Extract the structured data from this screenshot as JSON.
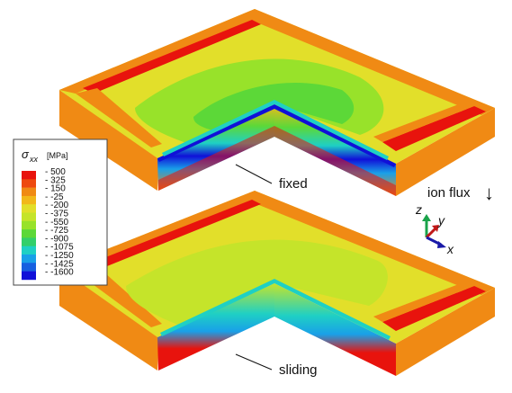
{
  "legend": {
    "symbol": "σ",
    "subscript": "xx",
    "unit": "[MPa]",
    "levels": [
      "500",
      "325",
      "150",
      "-25",
      "-200",
      "-375",
      "-550",
      "-725",
      "-900",
      "-1075",
      "-1250",
      "-1425",
      "-1600"
    ],
    "colors": [
      "#e8130d",
      "#ee4a0f",
      "#f08a14",
      "#f2b81a",
      "#e2df2a",
      "#c5e42a",
      "#98e22a",
      "#5cd838",
      "#33cf6a",
      "#1fd0c4",
      "#19a0e8",
      "#1760e0",
      "#1010d8"
    ]
  },
  "labels": {
    "top_model": "fixed",
    "bottom_model": "sliding",
    "flux": "ion flux",
    "flux_arrow": "↓"
  },
  "triad": {
    "z": "z",
    "y": "y",
    "x": "x"
  },
  "colors": {
    "band_red": "#e8130d",
    "band_orange": "#f08a14",
    "band_yellow": "#e2df2a",
    "interior_green": "#5cd838",
    "blue_seam": "#1010d8"
  }
}
